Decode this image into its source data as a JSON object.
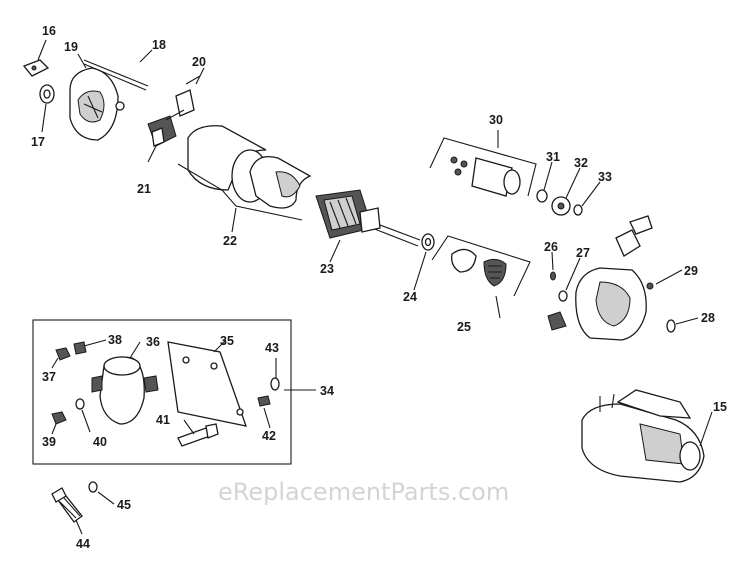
{
  "watermark": "eReplacementParts.com",
  "callouts": {
    "c15": "15",
    "c16": "16",
    "c17": "17",
    "c18": "18",
    "c19": "19",
    "c20": "20",
    "c21": "21",
    "c22": "22",
    "c23": "23",
    "c24": "24",
    "c25": "25",
    "c26": "26",
    "c27": "27",
    "c28": "28",
    "c29": "29",
    "c30": "30",
    "c31": "31",
    "c32": "32",
    "c33": "33",
    "c34": "34",
    "c35": "35",
    "c36": "36",
    "c37": "37",
    "c38": "38",
    "c39": "39",
    "c40": "40",
    "c41": "41",
    "c42": "42",
    "c43": "43",
    "c44": "44",
    "c45": "45"
  }
}
